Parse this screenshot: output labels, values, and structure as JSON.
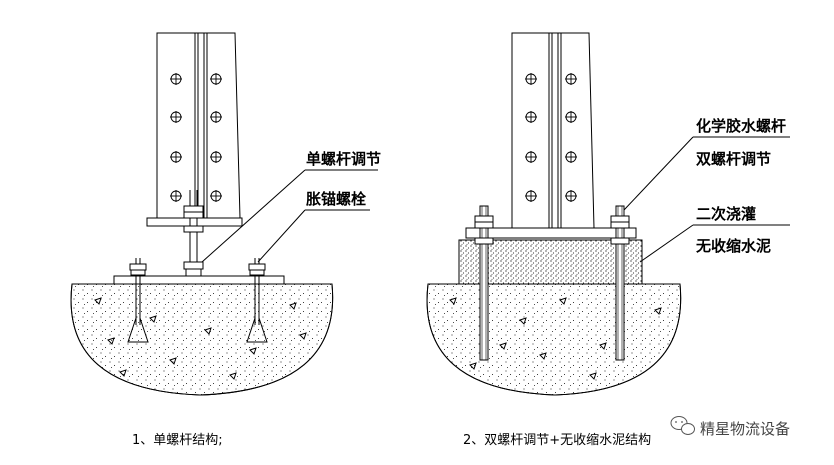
{
  "figure1": {
    "labels": [
      "单螺杆调节",
      "胀锚螺栓"
    ],
    "caption": "1、单螺杆结构;"
  },
  "figure2": {
    "labels": [
      "化学胶水螺杆",
      "双螺杆调节",
      "二次浇灌",
      "无收缩水泥"
    ],
    "caption": "2、双螺杆调节+无收缩水泥结构"
  },
  "watermark": "精星物流设备",
  "colors": {
    "line": "#000000",
    "background": "#ffffff",
    "watermark": "#444444"
  }
}
